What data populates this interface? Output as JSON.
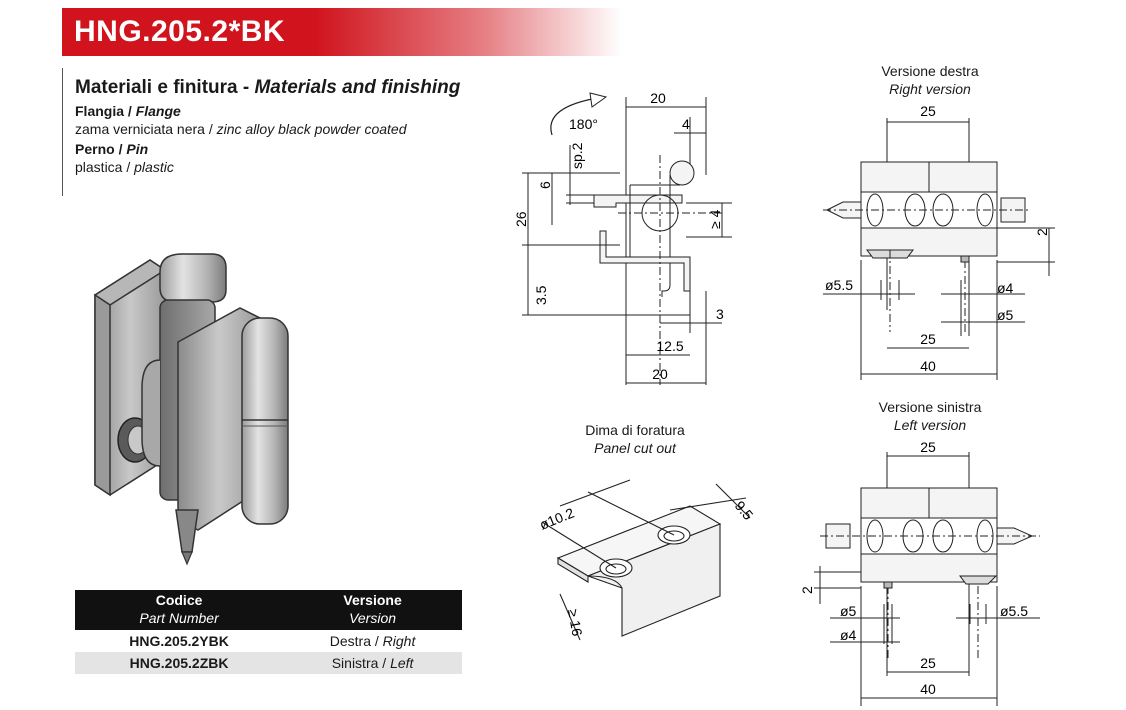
{
  "header": {
    "title": "HNG.205.2*BK"
  },
  "materials": {
    "heading_it": "Materiali e finitura - ",
    "heading_en": "Materials and finishing",
    "sections": [
      {
        "label_it": "Flangia / ",
        "label_en": "Flange",
        "desc_it": "zama verniciata nera / ",
        "desc_en": "zinc alloy black powder coated"
      },
      {
        "label_it": "Perno / ",
        "label_en": "Pin",
        "desc_it": "plastica / ",
        "desc_en": "plastic"
      }
    ]
  },
  "table": {
    "headers": [
      {
        "it": "Codice",
        "en": "Part Number"
      },
      {
        "it": "Versione",
        "en": "Version"
      }
    ],
    "rows": [
      {
        "code": "HNG.205.2YBK",
        "version_it": "Destra / ",
        "version_en": "Right"
      },
      {
        "code": "HNG.205.2ZBK",
        "version_it": "Sinistra / ",
        "version_en": "Left"
      }
    ]
  },
  "side_view": {
    "rotation": "180°",
    "dims": {
      "top_width": "20",
      "pin_offset": "4",
      "thickness": "sp.2",
      "flange": "6",
      "height": "26",
      "gap": "≥ 4",
      "bottom": "3.5",
      "slot": "3",
      "hole_pos": "12.5",
      "base_width": "20"
    }
  },
  "right_version": {
    "title_it": "Versione destra",
    "title_en": "Right version",
    "dims": {
      "top": "25",
      "offset": "2",
      "hole_large": "ø5.5",
      "hole_small": "ø4",
      "hole_mid": "ø5",
      "spacing": "25",
      "total": "40"
    }
  },
  "left_version": {
    "title_it": "Versione sinistra",
    "title_en": "Left version",
    "dims": {
      "top": "25",
      "offset": "2",
      "hole_mid": "ø5",
      "hole_small": "ø4",
      "hole_large": "ø5.5",
      "spacing": "25",
      "total": "40"
    }
  },
  "cutout": {
    "title_it": "Dima di foratura",
    "title_en": "Panel cut out",
    "dims": {
      "hole": "ø10.2",
      "edge": "9.5",
      "min": "≥ 16"
    }
  }
}
